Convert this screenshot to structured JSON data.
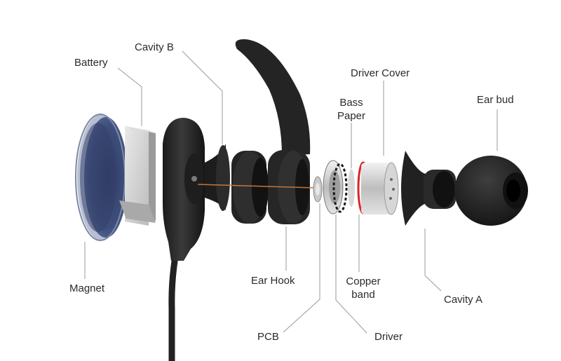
{
  "labels": {
    "battery": "Battery",
    "cavity_b": "Cavity B",
    "driver_cover": "Driver Cover",
    "bass_paper_1": "Bass",
    "bass_paper_2": "Paper",
    "ear_bud": "Ear bud",
    "magnet": "Magnet",
    "ear_hook": "Ear Hook",
    "copper_band_1": "Copper",
    "copper_band_2": "band",
    "cavity_a": "Cavity A",
    "pcb": "PCB",
    "driver": "Driver"
  },
  "colors": {
    "housing": "#2b2b2b",
    "magnet_rim": "#3f4c73",
    "battery": "#cfcfcf",
    "copper_band": "#d9262b",
    "driver_metal": "#bfbfbf"
  }
}
